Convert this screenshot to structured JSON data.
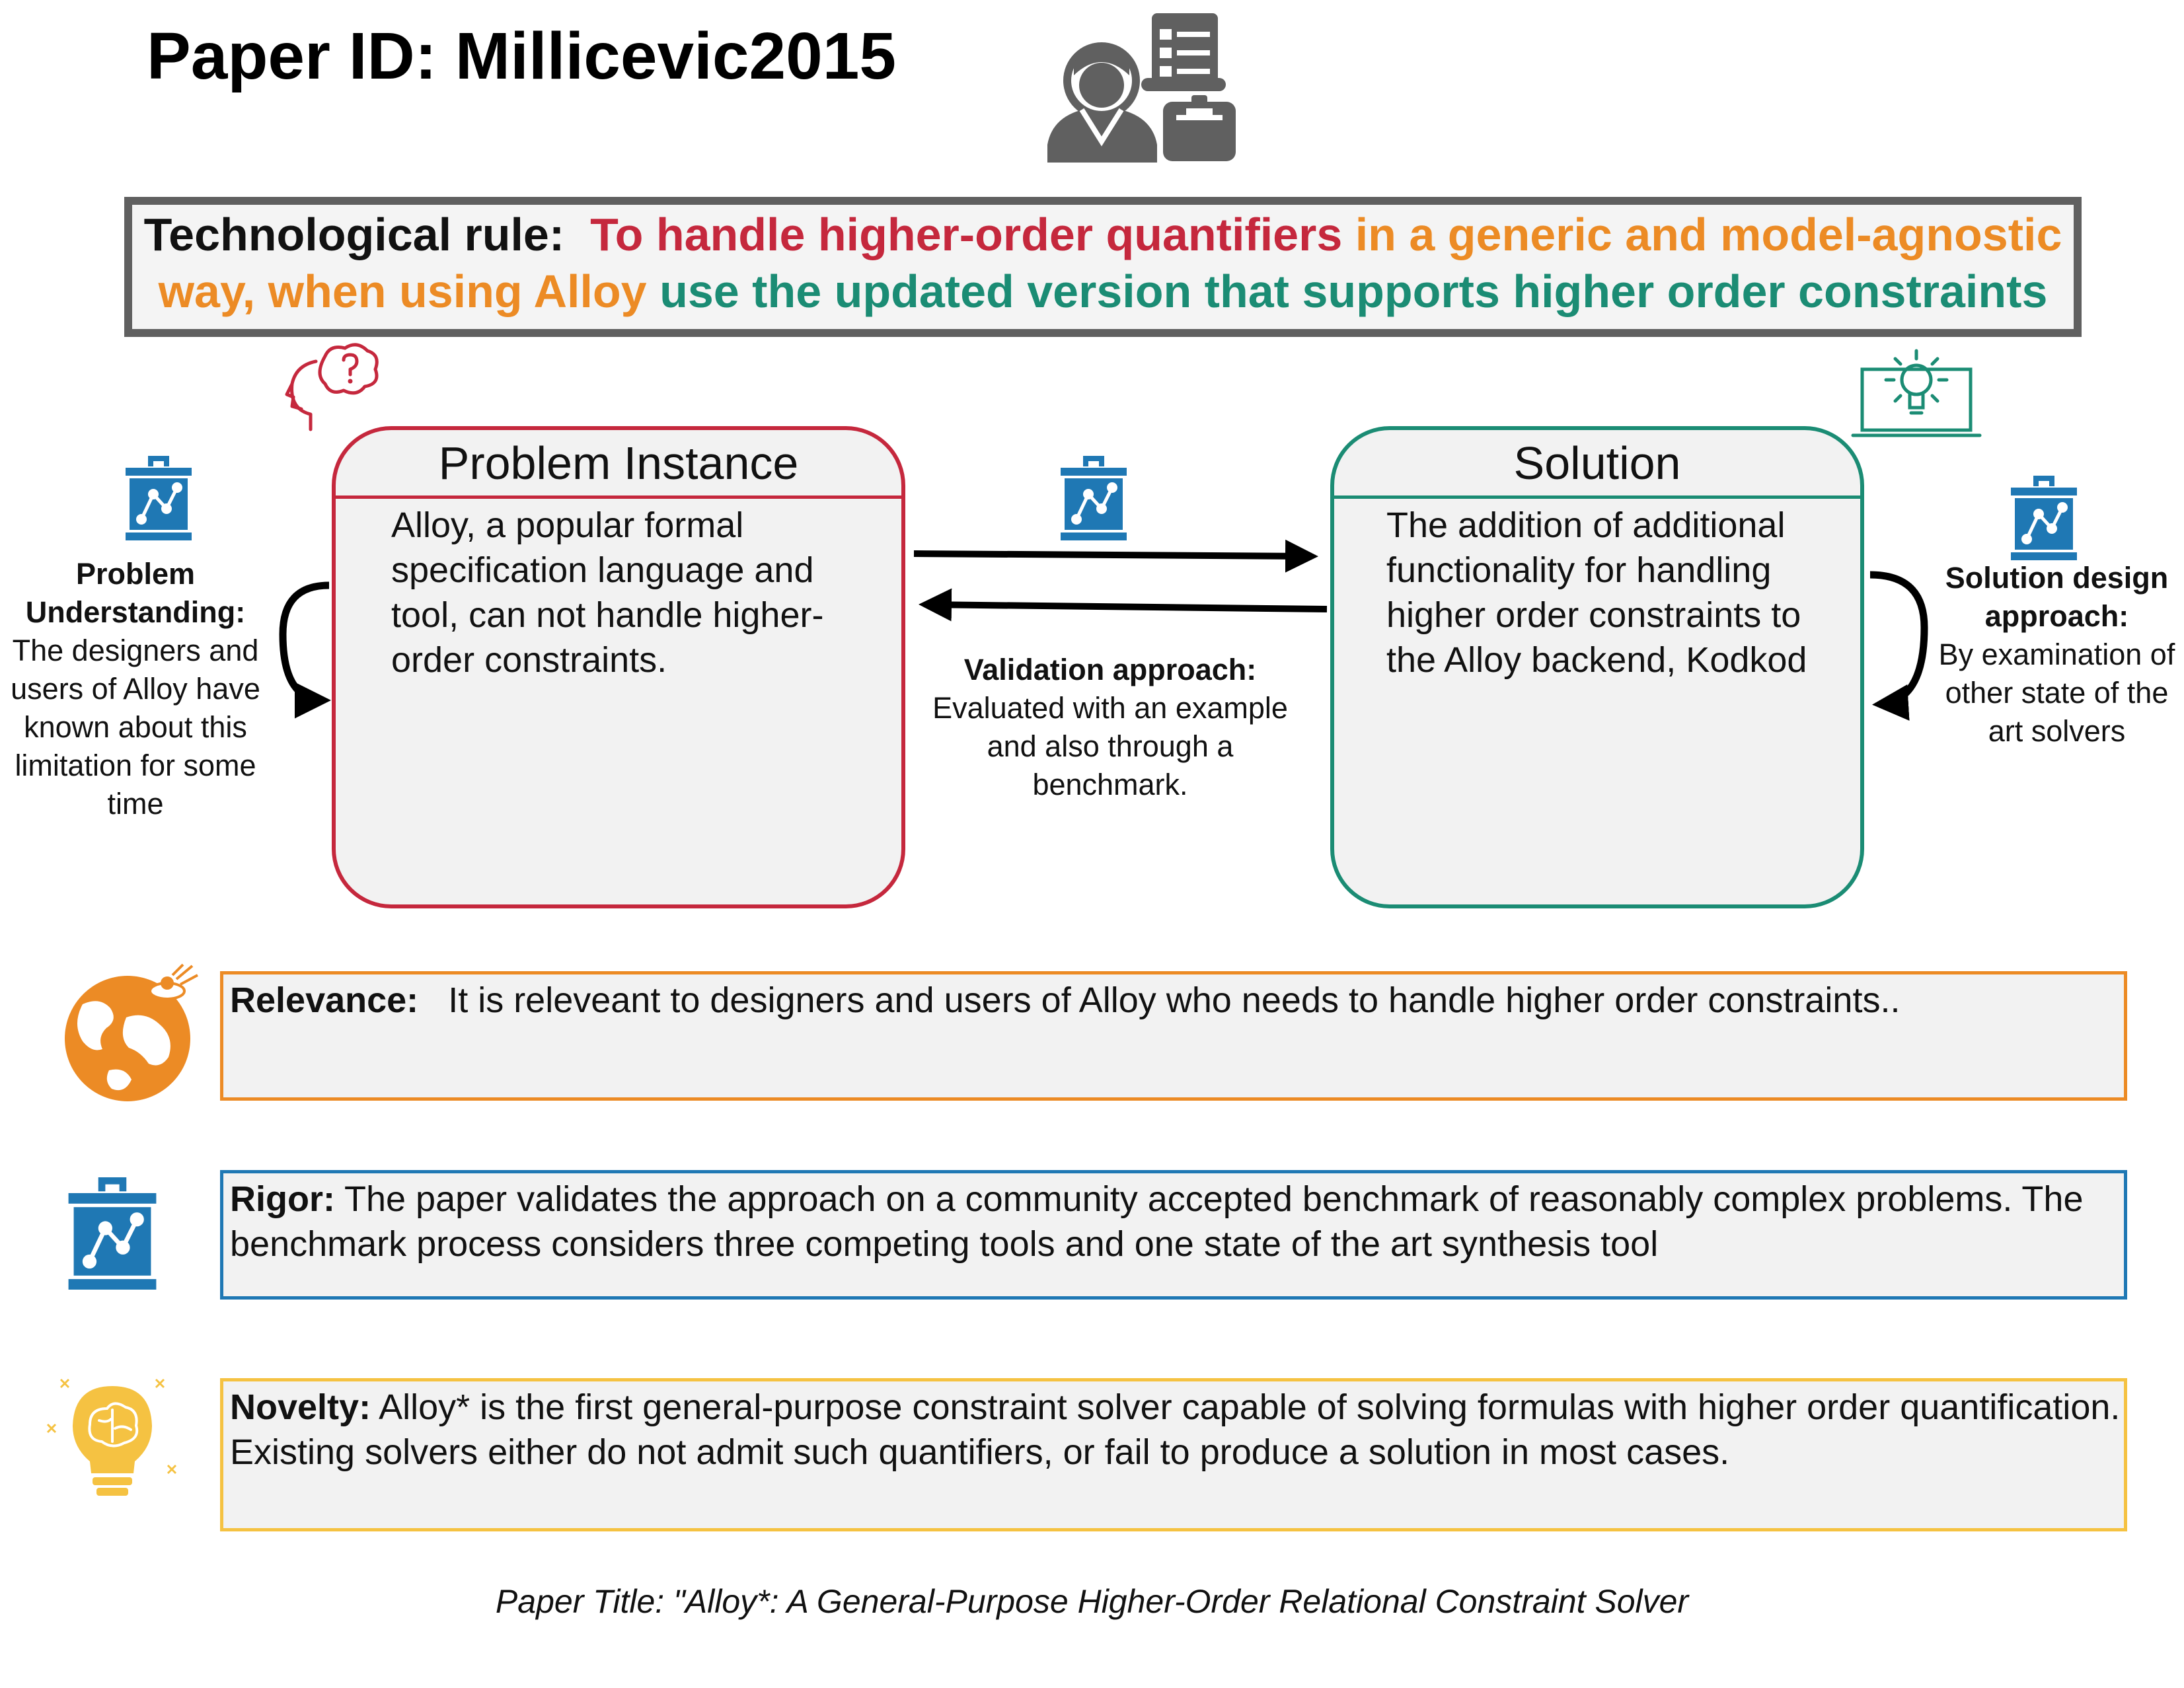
{
  "header": {
    "paper_id": "Paper ID: Millicevic2015"
  },
  "technological_rule": {
    "prefix": "Technological rule:",
    "problem_part": "To handle higher-order quantifiers",
    "context_part": "in a generic and model-agnostic way, when using Alloy",
    "solution_part": "use the updated version that supports higher order constraints"
  },
  "problem_instance": {
    "title": "Problem Instance",
    "text": "Alloy, a popular formal specification language and tool, can not handle higher-order constraints."
  },
  "solution": {
    "title": "Solution",
    "text": "The addition of additional functionality for handling higher order constraints to the Alloy backend, Kodkod"
  },
  "problem_understanding": {
    "label": "Problem Understanding:",
    "text": "The designers and users of Alloy have known about this limitation for some time"
  },
  "validation": {
    "label": "Validation approach:",
    "text": "Evaluated with an example and also through a benchmark."
  },
  "solution_design": {
    "label": "Solution design approach:",
    "text": "By examination of other state of the art solvers"
  },
  "relevance": {
    "label": "Relevance:",
    "text": "It is releveant to designers and users of Alloy who needs to handle higher order constraints.."
  },
  "rigor": {
    "label": "Rigor:",
    "text": "The paper validates the approach on a community accepted benchmark of reasonably complex problems. The benchmark process considers three competing tools and one state of the art synthesis tool"
  },
  "novelty": {
    "label": "Novelty:",
    "text": "Alloy* is the first general-purpose constraint solver capable of solving formulas with higher order quantification. Existing solvers either do not admit such quantifiers, or fail to produce a solution in most cases."
  },
  "footer": {
    "paper_title": "Paper Title:  \"Alloy*: A General-Purpose Higher-Order Relational Constraint Solver"
  },
  "colors": {
    "problem": "#c5283d",
    "context": "#ec8b25",
    "solution": "#1b8c74",
    "rigor": "#1f78b4",
    "novelty": "#f5c242",
    "icon_gray": "#606060"
  }
}
